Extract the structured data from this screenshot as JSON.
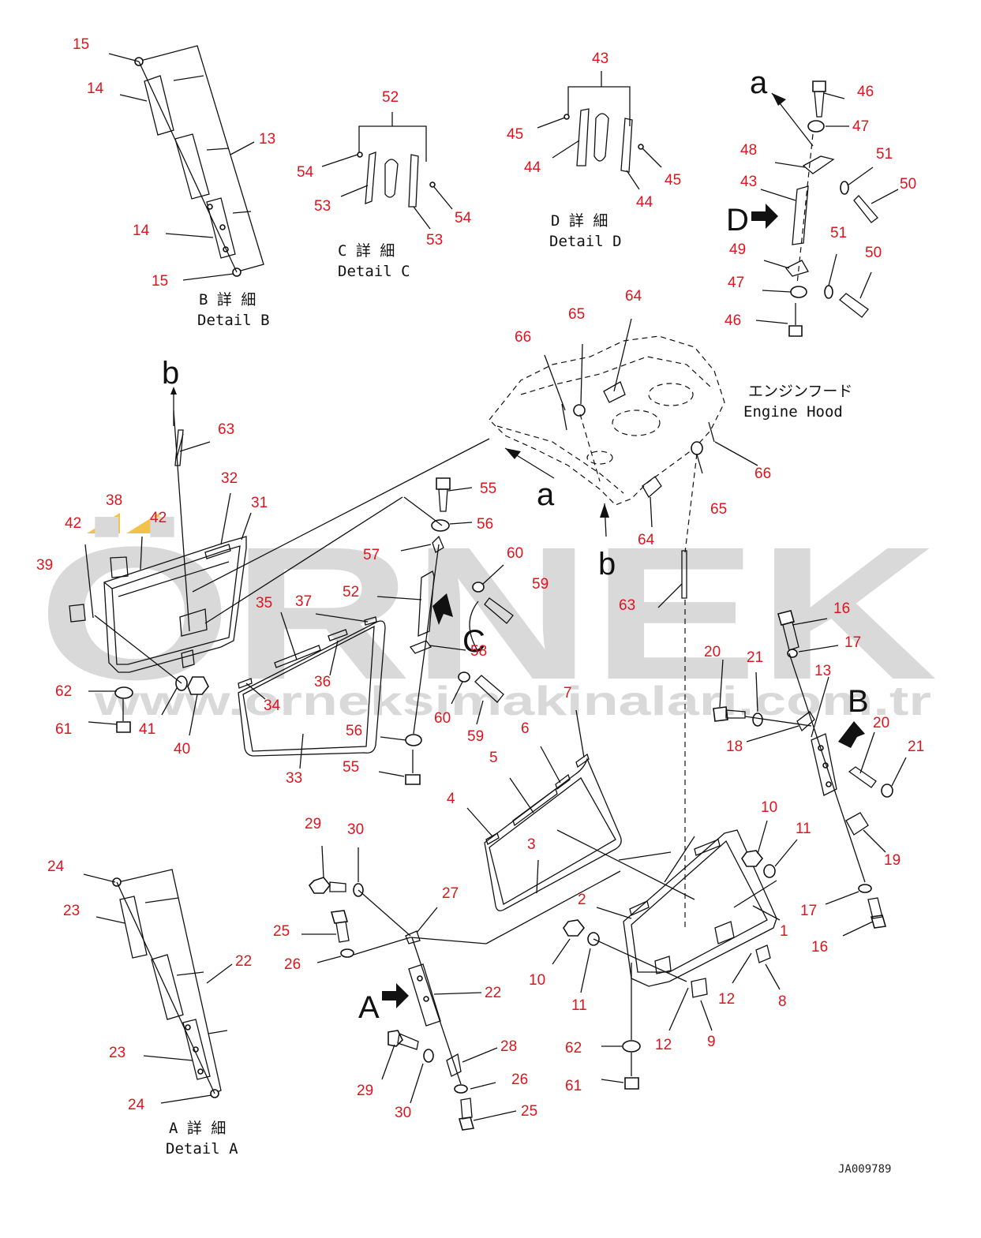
{
  "watermark": {
    "brand": "ÖRNEK",
    "url": "www.orneksimakinalari.com.tr",
    "colors": {
      "text": "#d9d9d9",
      "accent": "#f3c24a"
    }
  },
  "colors": {
    "callout": "#e0141e",
    "line": "#111111"
  },
  "doc_code": "JA009789",
  "captions": {
    "detail_a_jp": "A 詳 細",
    "detail_a_en": "Detail A",
    "detail_b_jp": "B 詳 細",
    "detail_b_en": "Detail B",
    "detail_c_jp": "C 詳 細",
    "detail_c_en": "Detail C",
    "detail_d_jp": "D 詳 細",
    "detail_d_en": "Detail D",
    "engine_hood_jp": "エンジンフード",
    "engine_hood_en": "Engine Hood"
  },
  "view_markers": {
    "a_top": "a",
    "a_mid": "a",
    "b_top": "b",
    "b_mid": "b",
    "big_A": "A",
    "big_B": "B",
    "big_C": "C",
    "big_D": "D"
  },
  "callouts": [
    {
      "id": "c0",
      "text": "15"
    },
    {
      "id": "c1",
      "text": "14"
    },
    {
      "id": "c2",
      "text": "13"
    },
    {
      "id": "c3",
      "text": "14"
    },
    {
      "id": "c4",
      "text": "15"
    },
    {
      "id": "c5",
      "text": "52"
    },
    {
      "id": "c6",
      "text": "54"
    },
    {
      "id": "c7",
      "text": "53"
    },
    {
      "id": "c8",
      "text": "54"
    },
    {
      "id": "c9",
      "text": "53"
    },
    {
      "id": "c10",
      "text": "43"
    },
    {
      "id": "c11",
      "text": "45"
    },
    {
      "id": "c12",
      "text": "44"
    },
    {
      "id": "c13",
      "text": "45"
    },
    {
      "id": "c14",
      "text": "44"
    },
    {
      "id": "c15",
      "text": "46"
    },
    {
      "id": "c16",
      "text": "47"
    },
    {
      "id": "c17",
      "text": "48"
    },
    {
      "id": "c18",
      "text": "51"
    },
    {
      "id": "c19",
      "text": "43"
    },
    {
      "id": "c20",
      "text": "50"
    },
    {
      "id": "c21",
      "text": "51"
    },
    {
      "id": "c22",
      "text": "49"
    },
    {
      "id": "c23",
      "text": "50"
    },
    {
      "id": "c24",
      "text": "47"
    },
    {
      "id": "c25",
      "text": "46"
    },
    {
      "id": "c26",
      "text": "64"
    },
    {
      "id": "c27",
      "text": "65"
    },
    {
      "id": "c28",
      "text": "66"
    },
    {
      "id": "c29",
      "text": "66"
    },
    {
      "id": "c30",
      "text": "65"
    },
    {
      "id": "c31",
      "text": "64"
    },
    {
      "id": "c32",
      "text": "63"
    },
    {
      "id": "c33",
      "text": "55"
    },
    {
      "id": "c34",
      "text": "56"
    },
    {
      "id": "c35",
      "text": "57"
    },
    {
      "id": "c36",
      "text": "60"
    },
    {
      "id": "c37",
      "text": "59"
    },
    {
      "id": "c38",
      "text": "52"
    },
    {
      "id": "c39",
      "text": "58"
    },
    {
      "id": "c40",
      "text": "60"
    },
    {
      "id": "c41",
      "text": "59"
    },
    {
      "id": "c42",
      "text": "56"
    },
    {
      "id": "c43",
      "text": "55"
    },
    {
      "id": "c44",
      "text": "63"
    },
    {
      "id": "c45",
      "text": "32"
    },
    {
      "id": "c46",
      "text": "31"
    },
    {
      "id": "c47",
      "text": "38"
    },
    {
      "id": "c48",
      "text": "42"
    },
    {
      "id": "c49",
      "text": "42"
    },
    {
      "id": "c50",
      "text": "39"
    },
    {
      "id": "c51",
      "text": "35"
    },
    {
      "id": "c52",
      "text": "37"
    },
    {
      "id": "c53",
      "text": "36"
    },
    {
      "id": "c54",
      "text": "34"
    },
    {
      "id": "c55",
      "text": "33"
    },
    {
      "id": "c56",
      "text": "62"
    },
    {
      "id": "c57",
      "text": "61"
    },
    {
      "id": "c58",
      "text": "41"
    },
    {
      "id": "c59",
      "text": "40"
    },
    {
      "id": "c60",
      "text": "16"
    },
    {
      "id": "c61",
      "text": "17"
    },
    {
      "id": "c62",
      "text": "13"
    },
    {
      "id": "c63",
      "text": "20"
    },
    {
      "id": "c64",
      "text": "21"
    },
    {
      "id": "c65",
      "text": "18"
    },
    {
      "id": "c66",
      "text": "20"
    },
    {
      "id": "c67",
      "text": "21"
    },
    {
      "id": "c68",
      "text": "19"
    },
    {
      "id": "c69",
      "text": "17"
    },
    {
      "id": "c70",
      "text": "16"
    },
    {
      "id": "c71",
      "text": "7"
    },
    {
      "id": "c72",
      "text": "6"
    },
    {
      "id": "c73",
      "text": "5"
    },
    {
      "id": "c74",
      "text": "4"
    },
    {
      "id": "c75",
      "text": "3"
    },
    {
      "id": "c76",
      "text": "10"
    },
    {
      "id": "c77",
      "text": "11"
    },
    {
      "id": "c78",
      "text": "2"
    },
    {
      "id": "c79",
      "text": "1"
    },
    {
      "id": "c80",
      "text": "10"
    },
    {
      "id": "c81",
      "text": "11"
    },
    {
      "id": "c82",
      "text": "12"
    },
    {
      "id": "c83",
      "text": "8"
    },
    {
      "id": "c84",
      "text": "12"
    },
    {
      "id": "c85",
      "text": "9"
    },
    {
      "id": "c86",
      "text": "62"
    },
    {
      "id": "c87",
      "text": "61"
    },
    {
      "id": "c88",
      "text": "24"
    },
    {
      "id": "c89",
      "text": "23"
    },
    {
      "id": "c90",
      "text": "22"
    },
    {
      "id": "c91",
      "text": "23"
    },
    {
      "id": "c92",
      "text": "24"
    },
    {
      "id": "c93",
      "text": "29"
    },
    {
      "id": "c94",
      "text": "30"
    },
    {
      "id": "c95",
      "text": "27"
    },
    {
      "id": "c96",
      "text": "25"
    },
    {
      "id": "c97",
      "text": "26"
    },
    {
      "id": "c98",
      "text": "22"
    },
    {
      "id": "c99",
      "text": "28"
    },
    {
      "id": "c100",
      "text": "26"
    },
    {
      "id": "c101",
      "text": "29"
    },
    {
      "id": "c102",
      "text": "30"
    },
    {
      "id": "c103",
      "text": "25"
    }
  ]
}
